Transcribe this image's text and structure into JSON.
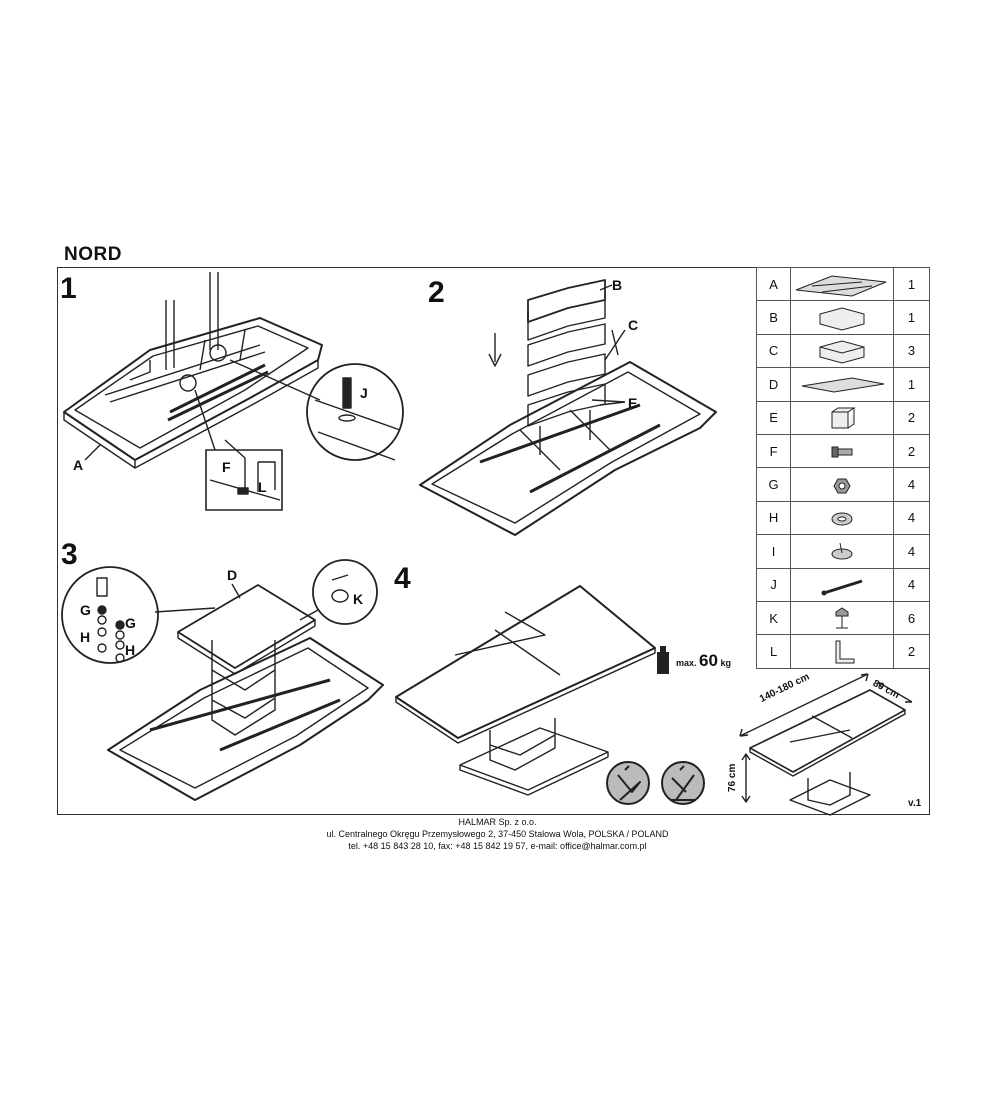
{
  "title": "NORD",
  "steps": [
    "1",
    "2",
    "3",
    "4"
  ],
  "callouts": {
    "step1": [
      "A",
      "J",
      "F",
      "L"
    ],
    "step2": [
      "B",
      "C",
      "E"
    ],
    "step3": [
      "D",
      "G",
      "H",
      "G",
      "H",
      "K"
    ]
  },
  "parts": [
    {
      "letter": "A",
      "qty": "1",
      "icon": "table-frame-icon"
    },
    {
      "letter": "B",
      "qty": "1",
      "icon": "top-leg-segment-icon"
    },
    {
      "letter": "C",
      "qty": "3",
      "icon": "leg-segment-icon"
    },
    {
      "letter": "D",
      "qty": "1",
      "icon": "mounting-plate-icon"
    },
    {
      "letter": "E",
      "qty": "2",
      "icon": "block-icon"
    },
    {
      "letter": "F",
      "qty": "2",
      "icon": "screw-icon"
    },
    {
      "letter": "G",
      "qty": "4",
      "icon": "nut-icon"
    },
    {
      "letter": "H",
      "qty": "4",
      "icon": "washer-icon"
    },
    {
      "letter": "I",
      "qty": "4",
      "icon": "spring-washer-icon"
    },
    {
      "letter": "J",
      "qty": "4",
      "icon": "bolt-icon"
    },
    {
      "letter": "K",
      "qty": "6",
      "icon": "screw-with-bracket-icon"
    },
    {
      "letter": "L",
      "qty": "2",
      "icon": "l-bracket-icon"
    }
  ],
  "weight": {
    "prefix": "max.",
    "value": "60",
    "unit": "kg"
  },
  "dimensions": {
    "length": "140-180 cm",
    "width": "80 cm",
    "height": "76 cm"
  },
  "version": "v.1",
  "footer": {
    "company": "HALMAR Sp. z o.o.",
    "address": "ul. Centralnego Okręgu Przemysłowego 2, 37-450 Stalowa Wola, POLSKA / POLAND",
    "contact": "tel. +48 15 843 28 10, fax: +48 15 842 19 57, e-mail: office@halmar.com.pl"
  }
}
